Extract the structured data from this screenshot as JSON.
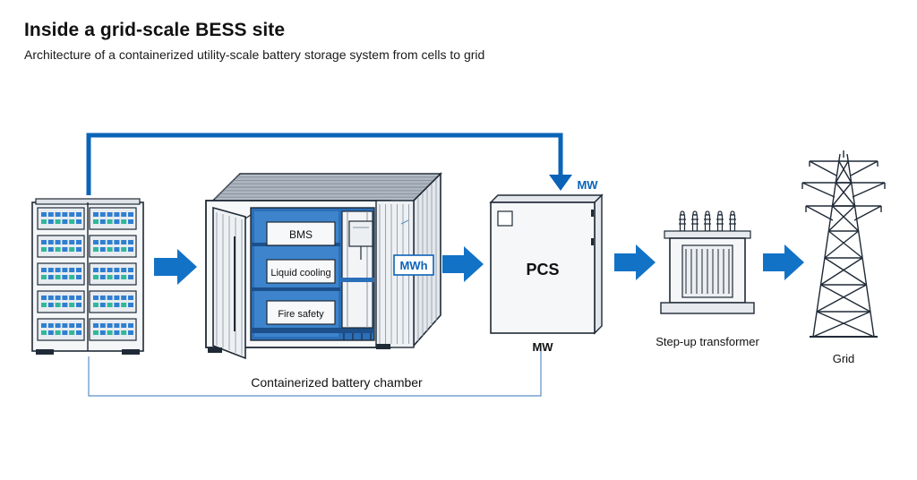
{
  "header": {
    "title": "Inside a grid-scale BESS site",
    "subtitle": "Architecture of a containerized utility-scale battery storage system from cells to grid"
  },
  "container": {
    "modules": [
      "BMS",
      "Liquid cooling",
      "Fire safety"
    ],
    "energy_badge": "MWh",
    "caption": "Containerized battery chamber"
  },
  "pcs": {
    "label": "PCS",
    "power_top": "MW",
    "power_bottom": "MW"
  },
  "transformer": {
    "caption": "Step-up transformer"
  },
  "grid": {
    "caption": "Grid"
  },
  "colors": {
    "accent": "#0b63b8",
    "arrow": "#1272c6",
    "line": "#1f2a36",
    "cell_blue": "#2f7fd0",
    "cell_green": "#2fb89a",
    "container_blue": "#2b6fb9"
  }
}
